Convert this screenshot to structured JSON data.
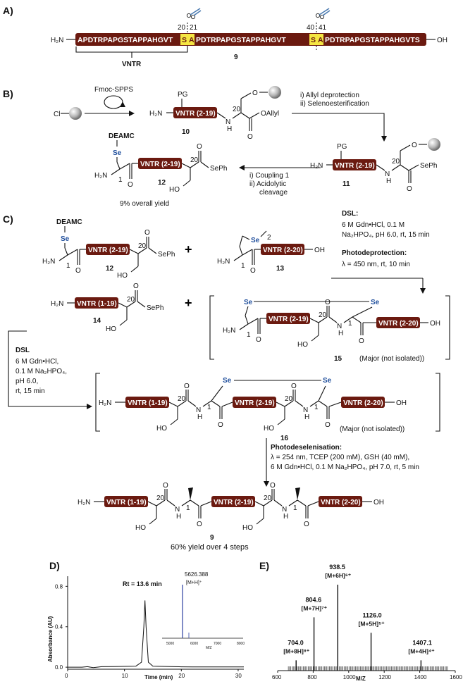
{
  "panels": {
    "a": "A)",
    "b": "B)",
    "c": "C)",
    "d": "D)",
    "e": "E)"
  },
  "icons": {
    "cleavage_site": "scissors-icon",
    "resin": "resin-bead-icon",
    "cycle": "cycle-arrow-icon"
  },
  "colors": {
    "peptide_box": "#6b1a10",
    "selenium": "#1f4e9c",
    "highlight": "#f5e642",
    "spectrum": "#111111",
    "inset": "#2b3fa0"
  },
  "panel_a": {
    "h2n": "H₂N",
    "seq_1": "APDTRPAPGSTAPPAHGVT",
    "s_20": "S",
    "a_21": "A",
    "seq_2": "PDTRPAPGSTAPPAHGVT",
    "s_40": "S",
    "a_41": "A",
    "seq_3": "PDTRPAPGSTAPPAHGVTS",
    "oh": "OH",
    "pos_20": "20",
    "pos_21": "21",
    "pos_40": "40",
    "pos_41": "41",
    "vntr": "VNTR",
    "compound": "9"
  },
  "panel_b": {
    "cl": "Cl",
    "fmoc": "Fmoc-SPPS",
    "pg": "PG",
    "h2n": "H₂N",
    "vntr_2_19": "VNTR (2-19)",
    "n": "N",
    "h": "H",
    "o": "O",
    "oallyl": "OAllyl",
    "pos20": "20",
    "pos1": "1",
    "c10": "10",
    "c11": "11",
    "c12": "12",
    "step1a": "i) Allyl deprotection",
    "step1b": "ii) Selenoesterification",
    "step2a": "i) Coupling 1",
    "step2b": "ii) Acidolytic",
    "step2c": "cleavage",
    "deamc": "DEAMC",
    "se": "Se",
    "seph": "SePh",
    "ho": "HO",
    "yield": "9% overall yield"
  },
  "panel_c": {
    "deamc": "DEAMC",
    "se": "Se",
    "h2n": "H₂N",
    "vntr_2_19": "VNTR (2-19)",
    "vntr_2_20": "VNTR (2-20)",
    "vntr_1_19": "VNTR (1-19)",
    "seph": "SePh",
    "ho": "HO",
    "oh": "OH",
    "o": "O",
    "n": "N",
    "h": "H",
    "pos1": "1",
    "pos20": "20",
    "two": "2",
    "plus": "+",
    "c9": "9",
    "c12": "12",
    "c13": "13",
    "c14": "14",
    "c15": "15",
    "c16": "16",
    "dsl_title": "DSL:",
    "dsl_line1": "6 M Gdn•HCl, 0.1 M",
    "dsl_line2": "Na₂HPO₄, pH 6.0, rt, 15 min",
    "photodep_title": "Photodeprotection:",
    "photodep_line": "λ = 450 nm, rt, 10 min",
    "dsl2_title": "DSL",
    "dsl2_l1": "6 M Gdn•HCl,",
    "dsl2_l2": "0.1 M Na₂HPO₄,",
    "dsl2_l3": "pH 6.0,",
    "dsl2_l4": "rt, 15 min",
    "major": "(Major (not isolated))",
    "photodesel_title": "Photodeselenisation:",
    "photodesel_l1": "λ = 254 nm, TCEP (200 mM), GSH (40 mM),",
    "photodesel_l2": "6 M Gdn•HCl,  0.1 M Na₂HPO₄, pH 7.0, rt, 5 min",
    "final_yield": "60% yield over 4 steps"
  },
  "panel_d": {
    "ylabel": "Absorbance (AU)",
    "xlabel": "Time (min)",
    "rt_label": "Rt = 13.6 min",
    "inset_mass": "5626.388",
    "inset_ion": "[M+H]⁺",
    "inset_xlabel": "M/Z",
    "inset_ticks": [
      "5000",
      "6000",
      "7000",
      "8000"
    ]
  },
  "panel_e": {
    "xlabel": "M/Z"
  },
  "chart_data": [
    {
      "type": "line",
      "title": "",
      "xlabel": "Time (min)",
      "ylabel": "Absorbance (AU)",
      "xlim": [
        0,
        31
      ],
      "ylim": [
        -0.02,
        0.9
      ],
      "xticks": [
        0,
        10,
        20,
        30
      ],
      "yticks": [
        0.0,
        0.4,
        0.8
      ],
      "x": [
        0,
        2.5,
        3.5,
        4.5,
        6,
        8,
        10,
        12,
        13.0,
        13.4,
        13.6,
        13.8,
        14.2,
        15,
        18,
        20,
        22,
        25,
        28,
        31
      ],
      "y": [
        0.0,
        0.0,
        0.005,
        -0.005,
        0.005,
        0.006,
        0.008,
        0.01,
        0.05,
        0.4,
        0.66,
        0.4,
        0.05,
        0.01,
        0.006,
        0.004,
        0.003,
        0.002,
        0.002,
        0.002
      ],
      "annotations": [
        "Rt = 13.6 min"
      ],
      "inset": {
        "type": "line",
        "xlabel": "M/Z",
        "xlim": [
          4700,
          8000
        ],
        "peak_x": 5626.388,
        "label": "5626.388 [M+H]⁺"
      }
    },
    {
      "type": "bar",
      "title": "",
      "xlabel": "M/Z",
      "ylabel": "",
      "xlim": [
        600,
        1600
      ],
      "xticks": [
        600,
        800,
        1000,
        1200,
        1400,
        1600
      ],
      "peaks": [
        {
          "mz": 704.0,
          "rel": 0.12,
          "label": "704.0",
          "ion": "[M+8H]⁸⁺"
        },
        {
          "mz": 804.6,
          "rel": 0.62,
          "label": "804.6",
          "ion": "[M+7H]⁷⁺"
        },
        {
          "mz": 938.5,
          "rel": 1.0,
          "label": "938.5",
          "ion": "[M+6H]⁶⁺"
        },
        {
          "mz": 1126.0,
          "rel": 0.44,
          "label": "1126.0",
          "ion": "[M+5H]⁵⁺"
        },
        {
          "mz": 1407.1,
          "rel": 0.12,
          "label": "1407.1",
          "ion": "[M+4H]⁴⁺"
        }
      ]
    }
  ]
}
